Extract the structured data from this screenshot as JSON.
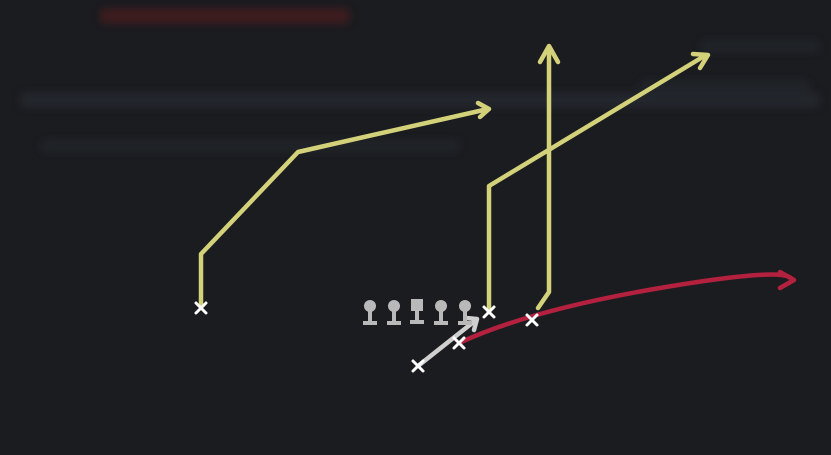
{
  "play_diagram": {
    "colors": {
      "background": "#1a1c20",
      "route_yellow": "#d3d27a",
      "route_red": "#b3213f",
      "motion_gray": "#cfcfcf",
      "player_mark": "#ffffff",
      "lineman": "#b9b9b9",
      "blurred_header": "#5a1d1d"
    },
    "receivers": [
      {
        "id": "wide-left",
        "mark": "x"
      },
      {
        "id": "slot-right",
        "mark": "x"
      },
      {
        "id": "wing-right",
        "mark": "x"
      },
      {
        "id": "back-motion-start",
        "mark": "x"
      },
      {
        "id": "back-motion-end",
        "mark": "x"
      }
    ],
    "offensive_line": [
      {
        "id": "left-tackle",
        "shape": "lineman"
      },
      {
        "id": "left-guard",
        "shape": "lineman"
      },
      {
        "id": "center",
        "shape": "center"
      },
      {
        "id": "right-guard",
        "shape": "lineman"
      },
      {
        "id": "right-tackle",
        "shape": "lineman"
      }
    ],
    "routes": [
      {
        "id": "wide-left-route",
        "color": "route_yellow",
        "kind": "post-corner"
      },
      {
        "id": "slot-right-route",
        "color": "route_yellow",
        "kind": "vertical-then-diagonal"
      },
      {
        "id": "wing-right-route",
        "color": "route_yellow",
        "kind": "vertical"
      },
      {
        "id": "back-route",
        "color": "route_red",
        "kind": "flat"
      },
      {
        "id": "motion-path",
        "color": "motion_gray",
        "kind": "motion"
      }
    ]
  }
}
